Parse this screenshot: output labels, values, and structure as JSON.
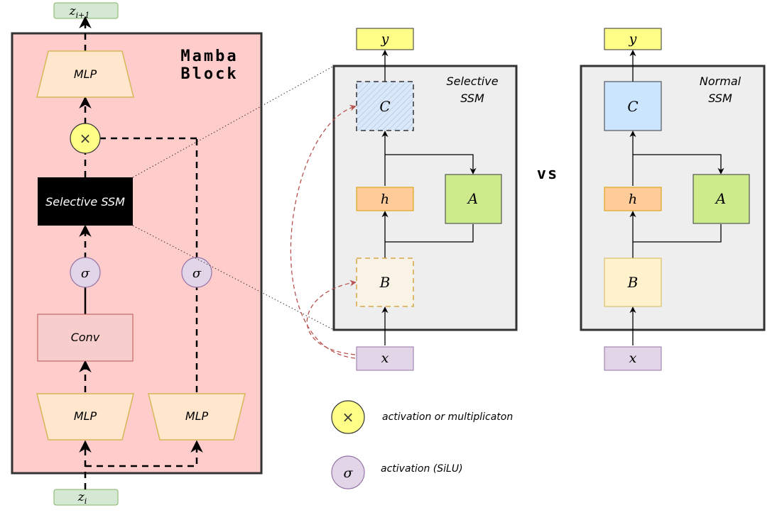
{
  "mamba_block": {
    "title_line1": "Mamba",
    "title_line2": "Block",
    "output_label_base": "z",
    "output_label_sub": "i+1",
    "input_label_base": "z",
    "input_label_sub": "i",
    "top_mlp": "MLP",
    "multiply_symbol": "×",
    "selective_ssm": "Selective SSM",
    "sigma_left": "σ",
    "sigma_right": "σ",
    "conv": "Conv",
    "bottom_mlp_left": "MLP",
    "bottom_mlp_right": "MLP"
  },
  "selective_panel": {
    "title_line1": "Selective",
    "title_line2": "SSM",
    "output": "y",
    "c": "C",
    "h": "h",
    "a": "A",
    "b": "B",
    "input": "x"
  },
  "versus": "vs",
  "normal_panel": {
    "title_line1": "Normal",
    "title_line2": "SSM",
    "output": "y",
    "c": "C",
    "h": "h",
    "a": "A",
    "b": "B",
    "input": "x"
  },
  "legend": {
    "items": [
      {
        "symbol": "×",
        "text": "activation or multiplicaton",
        "color": "#ffff88"
      },
      {
        "symbol": "σ",
        "text": "activation (SiLU)",
        "color": "#e1d5e7"
      }
    ]
  },
  "colors": {
    "mamba_background": "#ffcccc",
    "mlp_fill": "#ffe6cc",
    "mlp_stroke": "#d6b656",
    "sigma_fill": "#e1d5e7",
    "multiply_fill": "#ffff88",
    "conv_fill": "#f8cecc",
    "io_green": "#d5e8d4",
    "output_yellow": "#ffff88",
    "input_purple": "#e1d5e7",
    "panel_gray": "#eeeeee",
    "h_orange": "#ffcc99",
    "a_green": "#cdeb8b",
    "c_blue": "#cce5ff",
    "b_yellow": "#fff2cc",
    "dashed_arrow": "#b85450"
  }
}
